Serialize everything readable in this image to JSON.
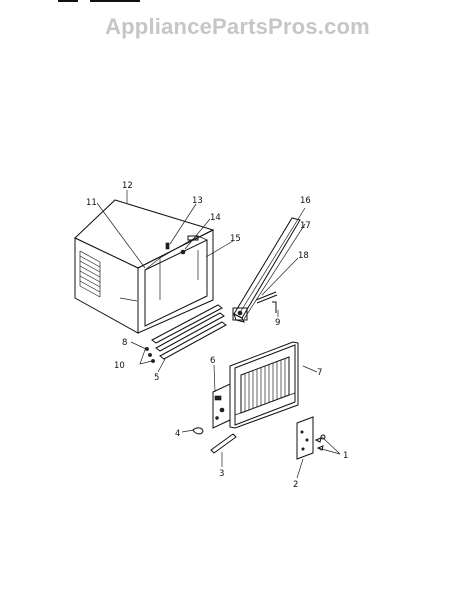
{
  "watermark": "AppliancePartsPros.com",
  "callouts": {
    "c1": "1",
    "c2": "2",
    "c3": "3",
    "c4": "4",
    "c5": "5",
    "c6": "6",
    "c7": "7",
    "c8": "8",
    "c9": "9",
    "c10": "10",
    "c11": "11",
    "c12": "12",
    "c13": "13",
    "c14": "14",
    "c15": "15",
    "c16": "16",
    "c17": "17",
    "c18": "18"
  }
}
